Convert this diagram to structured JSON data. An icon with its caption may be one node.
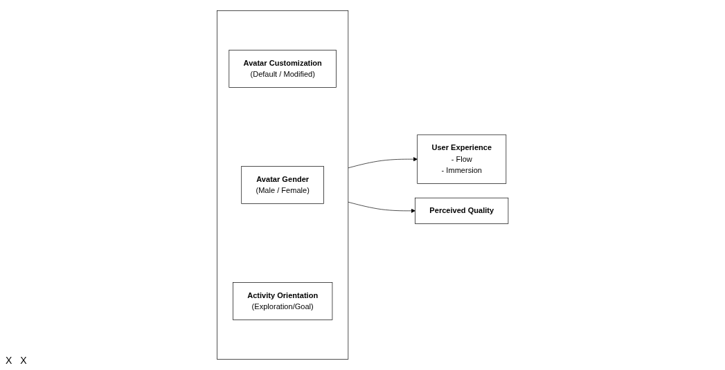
{
  "diagram": {
    "nodes": [
      {
        "text": [],
        "shape": "box"
      },
      {
        "text": [
          "Avatar Customization",
          "(Default / Modified)"
        ],
        "in": 0
      },
      {
        "text": [
          "Avatar Gender",
          "(Male / Female)"
        ],
        "in": 0
      },
      {
        "text": [
          "Activity Orientation",
          "(Exploration/Goal)"
        ],
        "in": 0
      },
      {
        "text": [
          "User Experience",
          "- Flow",
          "- Immersion"
        ]
      },
      {
        "text": [
          "Perceived Quality"
        ]
      }
    ],
    "edges": [
      {
        "from": 0,
        "to": 4,
        "arrow": "to"
      },
      {
        "from": 0,
        "to": 5,
        "arrow": "to"
      }
    ],
    "labels": [
      "X",
      "X"
    ]
  }
}
